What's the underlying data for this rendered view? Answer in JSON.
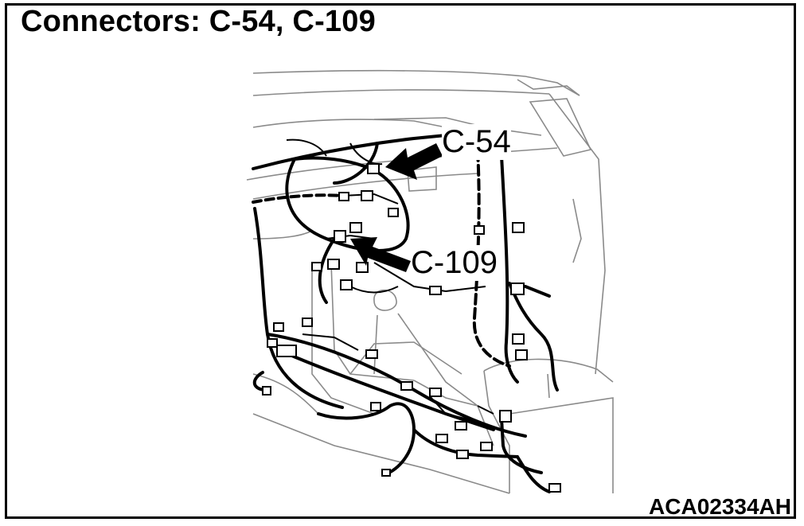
{
  "title": "Connectors: C-54, C-109",
  "callouts": [
    {
      "id": "c54",
      "label": "C-54"
    },
    {
      "id": "c109",
      "label": "C-109"
    }
  ],
  "figure_code": "ACA02334AH",
  "colors": {
    "ink": "#000000",
    "line": "#888888",
    "background": "#ffffff"
  }
}
